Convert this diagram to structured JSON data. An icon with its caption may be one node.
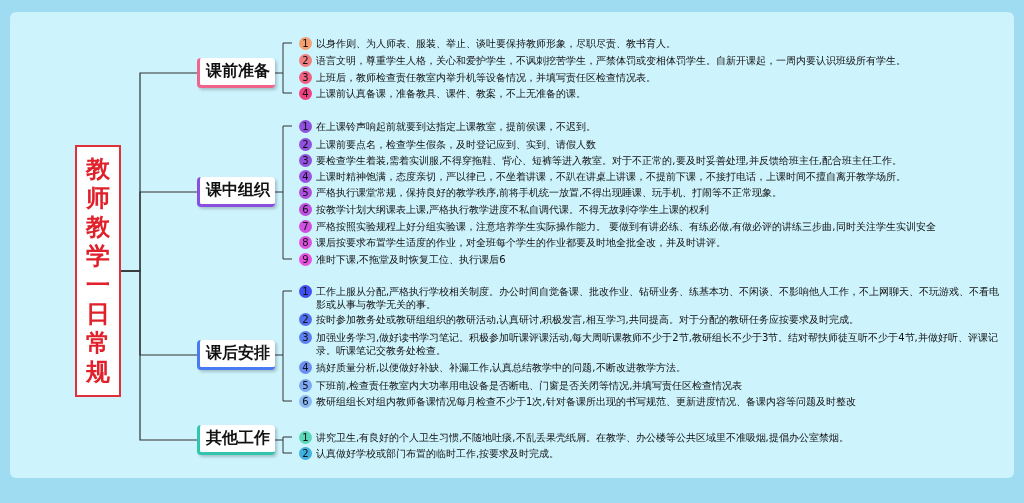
{
  "diagram": {
    "nodes": [
      {
        "text": [
          "教师教学一日常规"
        ]
      },
      {
        "text": [
          "课前准备"
        ]
      },
      {
        "text": [
          "课中组织"
        ]
      },
      {
        "text": [
          "课后安排"
        ]
      },
      {
        "text": [
          "其他工作"
        ]
      }
    ],
    "edges": [
      {
        "from": 0,
        "to": 1,
        "arrow": "none"
      },
      {
        "from": 0,
        "to": 2,
        "arrow": "none"
      },
      {
        "from": 0,
        "to": 3,
        "arrow": "none"
      },
      {
        "from": 0,
        "to": 4,
        "arrow": "none"
      }
    ],
    "labels": [
      "1",
      "以身作则、为人师表、服装、举止、谈吐要保持教师形象，尽职尽责、教书育人。",
      "2",
      "语言文明，尊重学生人格，关心和爱护学生，不讽刺挖苦学生，严禁体罚或变相体罚学生。自新开课起，一周内要认识班级所有学生。",
      "3",
      "上班后，教师检查责任教室内举升机等设备情况，并填写责任区检查情况表。",
      "4",
      "上课前认真备课，准备教具、课件、教案，不上无准备的课。",
      "1",
      "在上课铃声响起前就要到达指定上课教室，提前侯课，不迟到。",
      "2",
      "上课前要点名，检查学生假条，及时登记应到、实到、请假人数",
      "3",
      "要检查学生着装,需着实训服,不得穿拖鞋、背心、短裤等进入教室。对于不正常的,要及时妥善处理,并反馈给班主任,配合班主任工作。",
      "4",
      "上课时精神饱满，态度亲切，严以律已，不坐着讲课，不趴在讲桌上讲课，不提前下课，不接打电话，上课时间不擅自离开教学场所。",
      "5",
      "严格执行课堂常规，保持良好的教学秩序,前将手机统一放置,不得出现睡课、玩手机、打闹等不正常现象。",
      "6",
      "按教学计划大纲课表上课,严格执行教学进度不私自调代课。不得无故剥夺学生上课的权利",
      "7",
      "严格按照实验规程上好分组实验课，注意培养学生实际操作能力。 要做到有讲必练、有练必做,有做必评的讲练三步曲,同时关注学生实训安全",
      "8",
      "课后按要求布置学生适度的作业，对全班每个学生的作业都要及时地全批全改，并及时讲评。",
      "9",
      "准时下课,不拖堂及时恢复工位、执行课后6",
      "1",
      "工作上服从分配,严格执行学校相关制度。办公时间自觉备课、批改作业、钻研业务、练基本功、不闲谈、不影响他人工作，不上网聊天、不玩游戏、不看电影或从事与教学无关的事。",
      "2",
      "按时参加教务处或教研组组织的教研活动,认真研讨,积极发言,相互学习,共同提高。对于分配的教研任务应按要求及时完成。",
      "3",
      "加强业务学习,做好读书学习笔记。积极参加听课评课活动,每大周听课教师不少于2节,教研组长不少于3节。结对帮扶师徒互听不少于4节,并做好听、评课记录。听课笔记交教务处检查。",
      "4",
      "搞好质量分析,以便做好补缺、补漏工作,认真总结教学中的问题,不断改进教学方法。",
      "5",
      "下班前,检查责任教室内大功率用电设备是否断电、门窗是否关闭等情况,并填写责任区检查情况表",
      "6",
      "教研组组长对组内教师备课情况每月检查不少于1次,针对备课所出现的书写规范、更新进度情况、备课内容等问题及时整改",
      "1",
      "讲究卫生,有良好的个人卫生习惯,不随地吐痰,不乱丢果壳纸屑。在教学、办公楼等公共区域里不准吸烟,提倡办公室禁烟。",
      "2",
      "认真做好学校或部门布置的临时工作,按要求及时完成。"
    ]
  }
}
